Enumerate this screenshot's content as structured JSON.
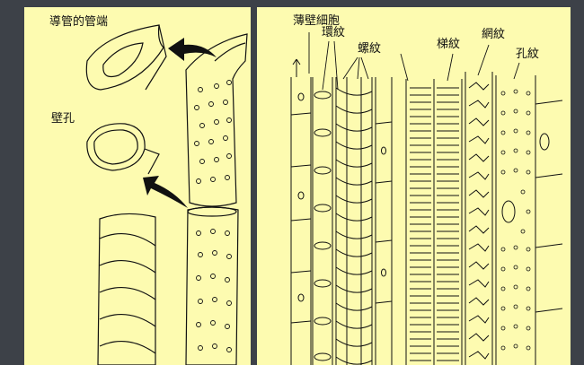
{
  "background_color": "#3d4148",
  "panel_color": "#fdfbb0",
  "left_panel": {
    "labels": {
      "vessel_end": "導管的管端",
      "pit": "壁孔"
    }
  },
  "right_panel": {
    "labels": {
      "parenchyma": "薄壁細胞",
      "annular": "環紋",
      "spiral": "螺紋",
      "scalariform": "梯紋",
      "reticulate": "網紋",
      "pitted": "孔紋"
    }
  }
}
